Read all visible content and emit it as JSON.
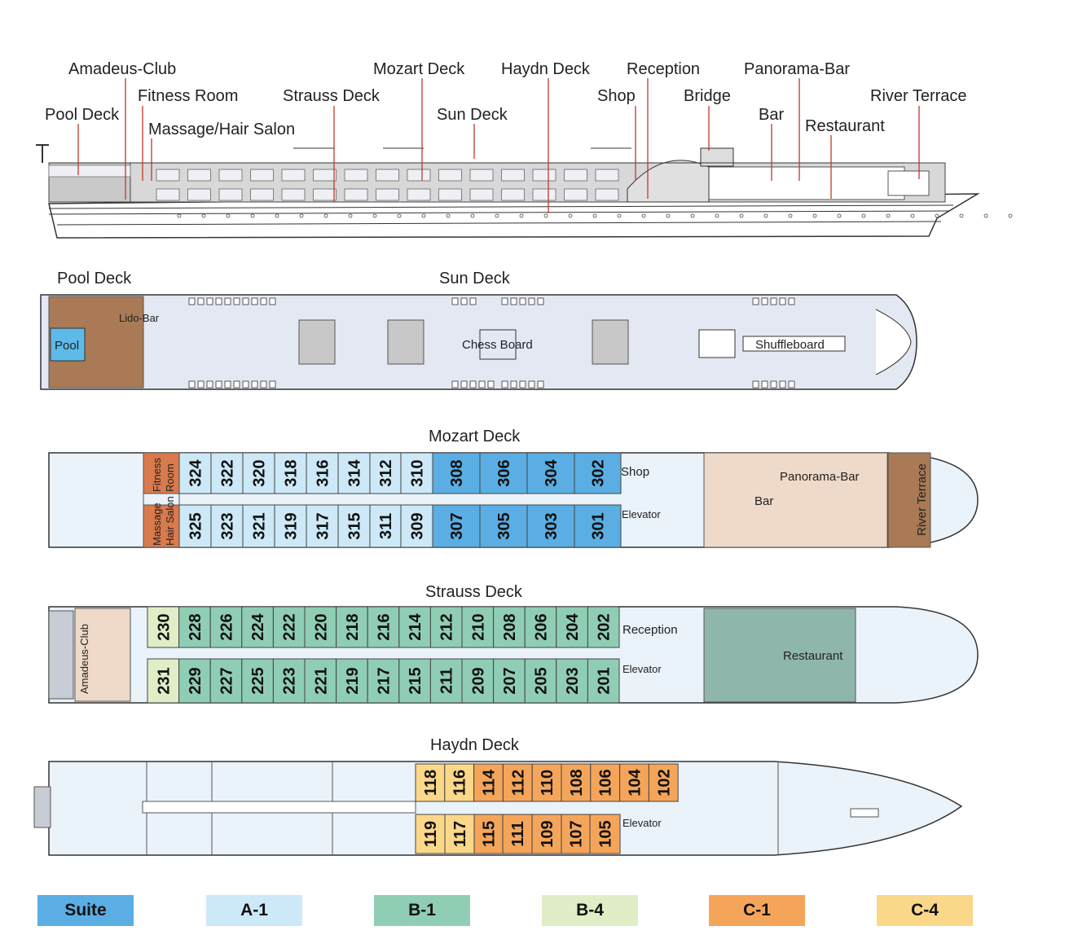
{
  "profile_labels": {
    "amadeus_club": "Amadeus-Club",
    "fitness_room": "Fitness Room",
    "pool_deck": "Pool Deck",
    "massage_hair_salon": "Massage/Hair Salon",
    "strauss_deck": "Strauss Deck",
    "mozart_deck": "Mozart Deck",
    "sun_deck": "Sun Deck",
    "haydn_deck": "Haydn Deck",
    "reception": "Reception",
    "shop": "Shop",
    "bridge": "Bridge",
    "panorama_bar": "Panorama-Bar",
    "bar": "Bar",
    "restaurant": "Restaurant",
    "river_terrace": "River Terrace"
  },
  "sun_deck": {
    "title_pool": "Pool Deck",
    "title_sun": "Sun Deck",
    "pool": "Pool",
    "lido_bar": "Lido-Bar",
    "chess_board": "Chess Board",
    "shuffleboard": "Shuffleboard"
  },
  "mozart_deck": {
    "title": "Mozart Deck",
    "fitness": "Fitness",
    "room": "Room",
    "massage": "Massage",
    "hair_salon": "Hair Salon",
    "shop": "Shop",
    "elevator": "Elevator",
    "panorama_bar": "Panorama-Bar",
    "bar": "Bar",
    "river_terrace": "River Terrace",
    "top_cabins": [
      "324",
      "322",
      "320",
      "318",
      "316",
      "314",
      "312",
      "310",
      "308",
      "306",
      "304",
      "302"
    ],
    "bottom_cabins": [
      "325",
      "323",
      "321",
      "319",
      "317",
      "315",
      "311",
      "309",
      "307",
      "305",
      "303",
      "301"
    ]
  },
  "strauss_deck": {
    "title": "Strauss Deck",
    "amadeus_club": "Amadeus-Club",
    "reception": "Reception",
    "elevator": "Elevator",
    "restaurant": "Restaurant",
    "top_cabins": [
      "230",
      "228",
      "226",
      "224",
      "222",
      "220",
      "218",
      "216",
      "214",
      "212",
      "210",
      "208",
      "206",
      "204",
      "202"
    ],
    "bottom_cabins": [
      "231",
      "229",
      "227",
      "225",
      "223",
      "221",
      "219",
      "217",
      "215",
      "211",
      "209",
      "207",
      "205",
      "203",
      "201"
    ]
  },
  "haydn_deck": {
    "title": "Haydn Deck",
    "elevator": "Elevator",
    "top_cabins": [
      "118",
      "116",
      "114",
      "112",
      "110",
      "108",
      "106",
      "104",
      "102"
    ],
    "bottom_cabins": [
      "119",
      "117",
      "115",
      "111",
      "109",
      "107",
      "105"
    ]
  },
  "legend": [
    {
      "label": "Suite",
      "color": "#5aaee3"
    },
    {
      "label": "A-1",
      "color": "#cde9f7"
    },
    {
      "label": "B-1",
      "color": "#8fceb4"
    },
    {
      "label": "B-4",
      "color": "#e1edc6"
    },
    {
      "label": "C-1",
      "color": "#f5a55a"
    },
    {
      "label": "C-4",
      "color": "#fbd789"
    }
  ]
}
